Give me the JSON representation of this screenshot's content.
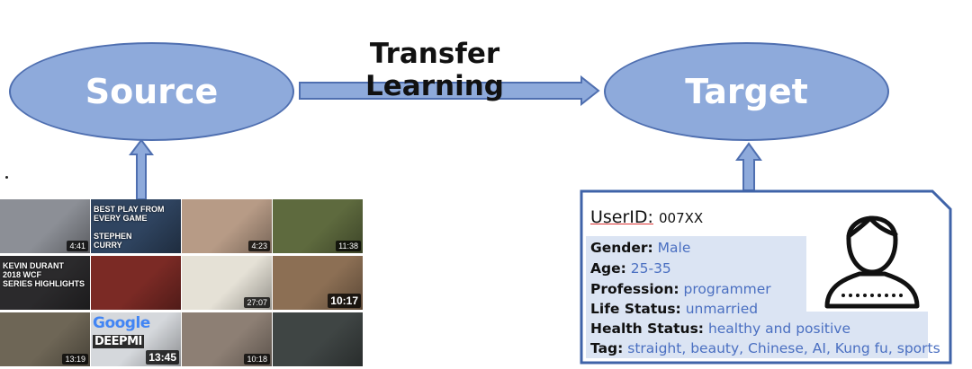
{
  "source_label": "Source",
  "target_label": "Target",
  "transfer_label": "Transfer Learning",
  "thumbnails": [
    {
      "duration": "4:41",
      "text": "",
      "color": "#8c8f96"
    },
    {
      "duration": "",
      "text": "BEST PLAY FROM\nEVERY GAME\n\nSTEPHEN\nCURRY",
      "color": "#2f4460"
    },
    {
      "duration": "4:23",
      "text": "",
      "color": "#b79b86"
    },
    {
      "duration": "11:38",
      "text": "",
      "color": "#5e6a3e"
    },
    {
      "duration": "",
      "text": "KEVIN DURANT\n2018 WCF\nSERIES HIGHLIGHTS",
      "color": "#2b2a2c"
    },
    {
      "duration": "",
      "text": "",
      "color": "#7b2a25"
    },
    {
      "duration": "27:07",
      "text": "",
      "color": "#e5e1d6"
    },
    {
      "duration": "10:17",
      "text": "",
      "color": "#8c6f54"
    },
    {
      "duration": "13:19",
      "text": "",
      "color": "#6e6656"
    },
    {
      "duration": "13:45",
      "text": "",
      "logo_text": "Google",
      "logo_accent": "DEEPMI",
      "color": "#d5d8dc"
    },
    {
      "duration": "10:18",
      "text": "",
      "color": "#8d7f74"
    },
    {
      "duration": "",
      "text": "",
      "color": "#3f4544"
    }
  ],
  "user": {
    "id_label": "UserID:",
    "id_value": "007XX",
    "fields": [
      {
        "label": "Gender:",
        "value": "Male"
      },
      {
        "label": "Age:",
        "value": "25-35"
      },
      {
        "label": "Profession:",
        "value": "programmer"
      },
      {
        "label": "Life Status:",
        "value": "unmarried"
      },
      {
        "label": "Health Status:",
        "value": "healthy and positive"
      },
      {
        "label": "Tag:",
        "value": "straight, beauty, Chinese, AI, Kung fu, sports"
      }
    ]
  },
  "colors": {
    "ellipse_fill": "#8eaadb",
    "ellipse_stroke": "#4f6fb0",
    "value_text": "#4a6fc1",
    "card_stroke": "#3f63a8"
  }
}
